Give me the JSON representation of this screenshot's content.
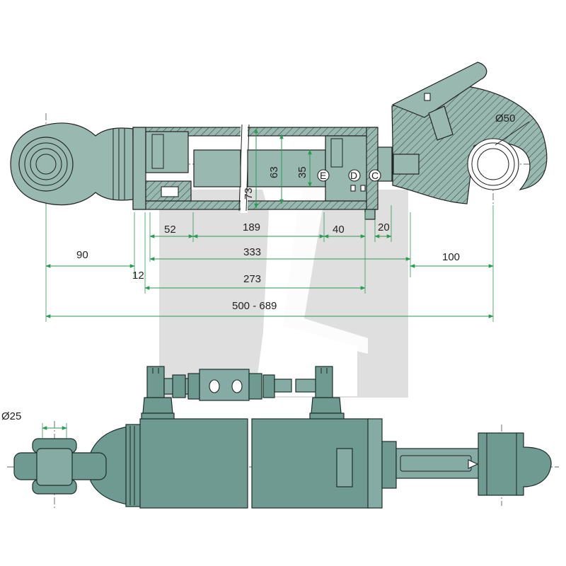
{
  "drawing": {
    "dimensions": {
      "d52": "52",
      "d189": "189",
      "d40": "40",
      "d20": "20",
      "d90": "90",
      "d333": "333",
      "d100": "100",
      "d12": "12",
      "d273": "273",
      "d500_689": "500 - 689",
      "d63": "63",
      "d73": "73",
      "d35": "35",
      "dia50": "Ø50",
      "dia25": "Ø25"
    },
    "port_labels": {
      "e": "E",
      "d": "D",
      "c": "C"
    }
  },
  "colors": {
    "body": "#6f9a92",
    "section": "#98b8b0",
    "dimension": "#2a9a55",
    "watermark": "#d9d9d9"
  }
}
